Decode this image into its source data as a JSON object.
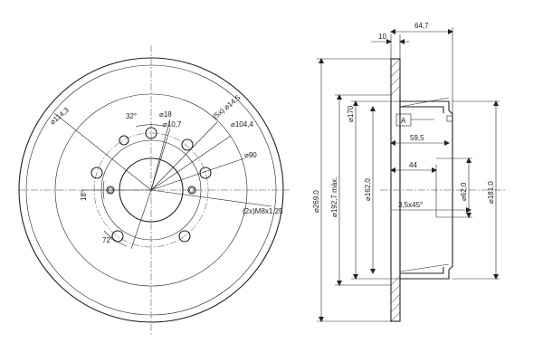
{
  "front_view": {
    "labels": {
      "angle_32": "32°",
      "d18": "18",
      "d10_7": "10,7",
      "d114_3": "114,3",
      "holes_5x_14_5": "(5x)",
      "d14_5": "14,5",
      "d104_4": "104,4",
      "d90": "90",
      "angle_18": "18°",
      "threads": "(2x)M8x1,25",
      "angle_72": "72°"
    }
  },
  "side_view": {
    "labels": {
      "w64_7": "64,7",
      "w10": "10",
      "datum": "A",
      "w59_5": "59,5",
      "w44": "44",
      "chamfer": "3,5x45°",
      "d269": "269,0",
      "d192_7": "192,7 máx.",
      "d170": "170",
      "d162": "162,0",
      "d62": "62,0",
      "d181": "181,0"
    }
  },
  "colors": {
    "line": "#222222",
    "background": "#ffffff"
  }
}
